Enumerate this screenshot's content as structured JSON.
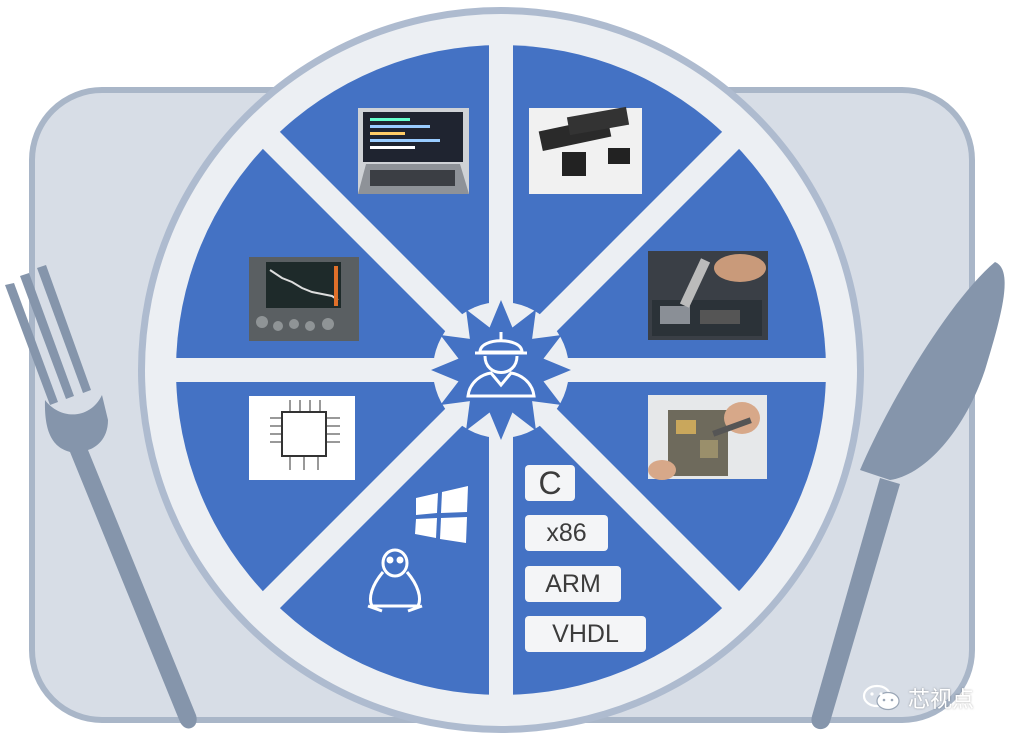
{
  "colors": {
    "background": "#ffffff",
    "placemat": "#d7dde6",
    "placemat_border": "#a9b6c8",
    "plate_rim": "#eceff3",
    "plate_border": "#aebbcf",
    "segment": "#4472c4",
    "cutlery": "#8595ab",
    "icon_white": "#ffffff"
  },
  "center": {
    "icon": "engineer-hardhat-icon"
  },
  "segments": [
    {
      "icon": "laptop-code-photo"
    },
    {
      "icon": "ic-chips-photo"
    },
    {
      "icon": "soldering-photo"
    },
    {
      "icon": "phone-repair-photo"
    },
    {
      "icon": "language-tags"
    },
    {
      "icon": "os-logos"
    },
    {
      "icon": "circuit-schematic-image"
    },
    {
      "icon": "oscilloscope-photo"
    }
  ],
  "languages": {
    "c": "C",
    "x86": "x86",
    "arm": "ARM",
    "vhdl": "VHDL"
  },
  "os_icons": [
    "windows-logo-icon",
    "linux-tux-icon"
  ],
  "cutlery": [
    "fork-icon",
    "knife-icon"
  ],
  "watermark": {
    "icon": "wechat-icon",
    "text": "芯视点"
  }
}
